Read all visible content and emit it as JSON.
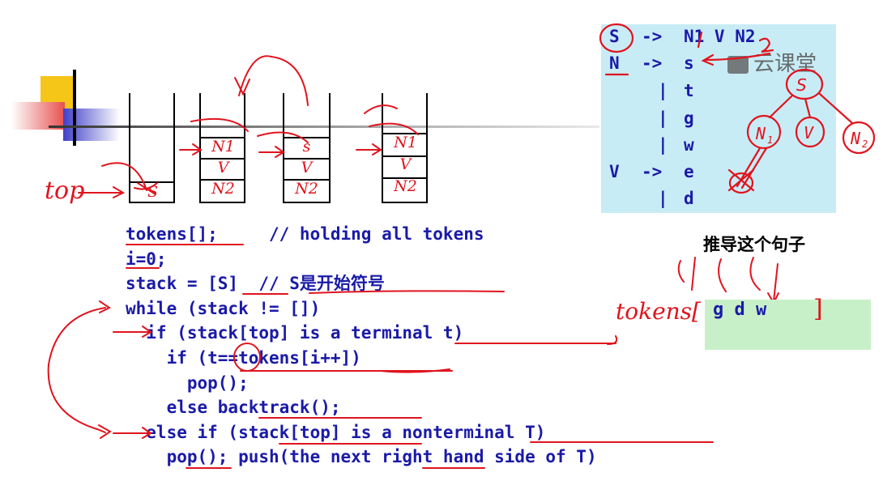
{
  "watermark": {
    "text": "云课堂"
  },
  "grammar": {
    "lines": [
      {
        "lhs": "S",
        "arrow": "->",
        "rhs": "N1 V N2"
      },
      {
        "lhs": "N",
        "arrow": "->",
        "rhs": "s"
      },
      {
        "lhs": "",
        "arrow": "|",
        "rhs": "t"
      },
      {
        "lhs": "",
        "arrow": "|",
        "rhs": "g"
      },
      {
        "lhs": "",
        "arrow": "|",
        "rhs": "w"
      },
      {
        "lhs": "V",
        "arrow": "->",
        "rhs": "e"
      },
      {
        "lhs": "",
        "arrow": "|",
        "rhs": "d"
      }
    ],
    "tree": {
      "root": "S",
      "children": [
        "N1",
        "V",
        "N2"
      ]
    }
  },
  "derive_label": "推导这个句子",
  "tokens_box": {
    "label": "tokens[",
    "value": "g d w",
    "close": "]"
  },
  "stacks": {
    "top_label": "top",
    "columns": [
      [
        "S"
      ],
      [
        "N1",
        "V",
        "N2"
      ],
      [
        "s",
        "V",
        "N2"
      ],
      [
        "N1",
        "V",
        "N2"
      ]
    ]
  },
  "code": {
    "lines": [
      "tokens[];     // holding all tokens",
      "i=0;",
      "stack = [S]  // S是开始符号",
      "while (stack != [])",
      "  if (stack[top] is a terminal t)",
      "    if (t==tokens[i++])",
      "      pop();",
      "    else backtrack();",
      "  else if (stack[top] is a nonterminal T)",
      "    pop(); push(the next right hand side of T)"
    ]
  },
  "colors": {
    "code": "#1a1aa8",
    "ink": "#e0141e",
    "panel": "#c8ecf6",
    "tokens_bg": "#c8f0c8"
  }
}
